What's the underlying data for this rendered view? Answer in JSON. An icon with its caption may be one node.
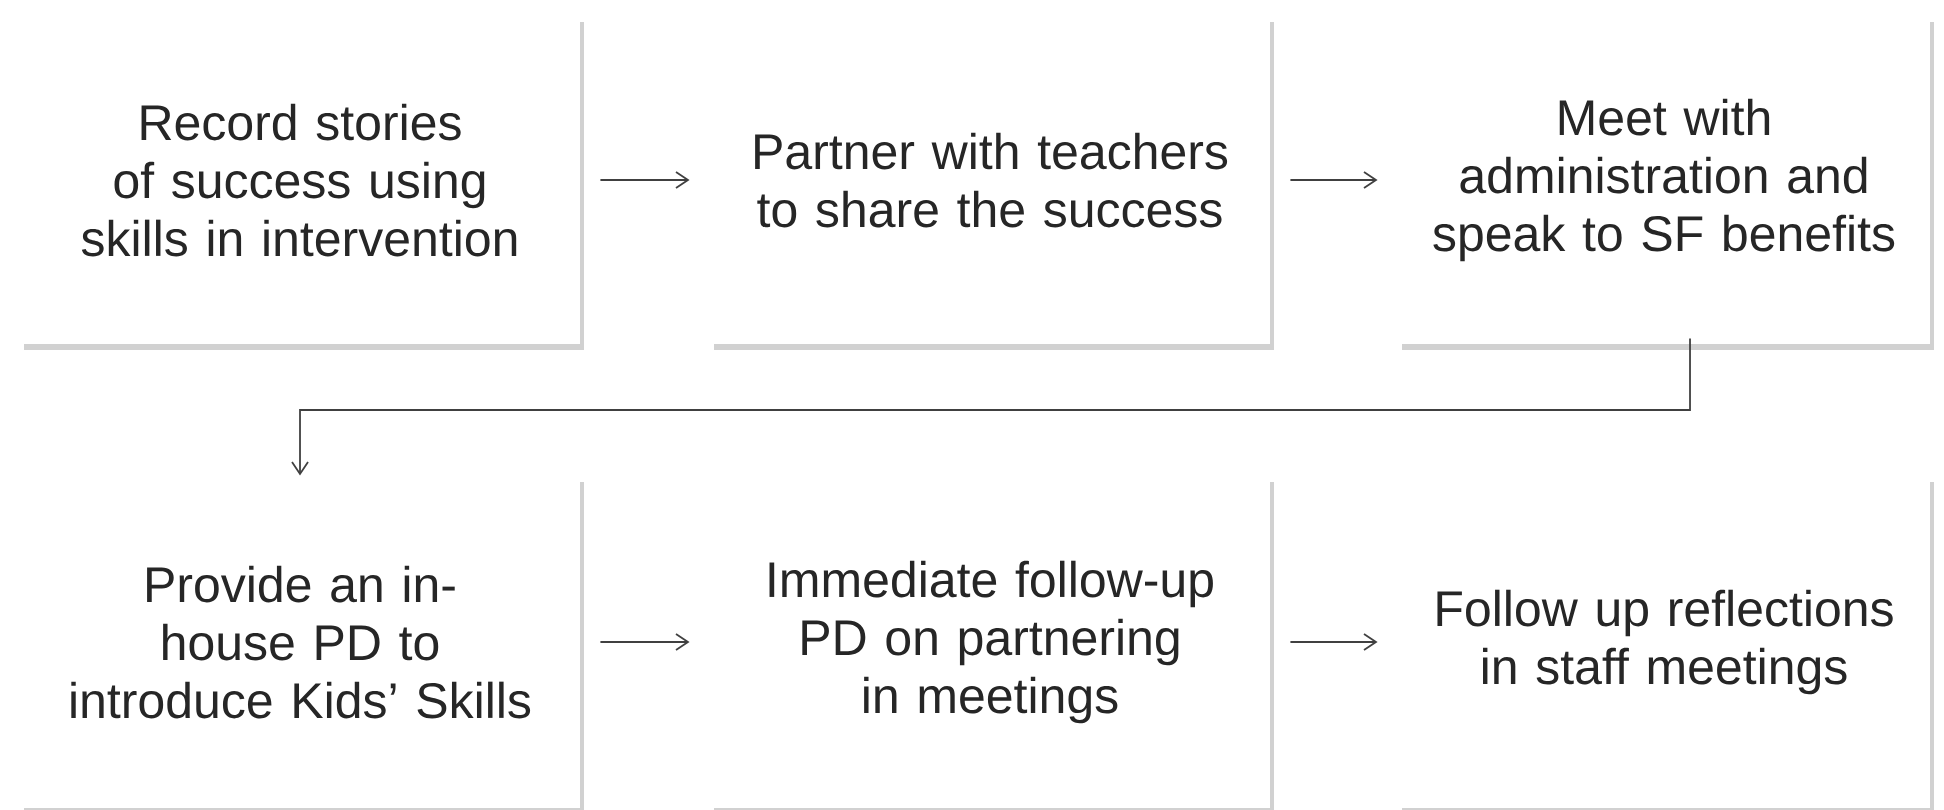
{
  "diagram": {
    "nodes": [
      {
        "text": [
          "Record stories of success using skills in intervention"
        ]
      },
      {
        "text": [
          "Partner with teachers to share the success"
        ]
      },
      {
        "text": [
          "Meet with administration and speak to SF benefits"
        ]
      },
      {
        "text": [
          "Provide an in-house PD to introduce Kids’ Skills"
        ]
      },
      {
        "text": [
          "Immediate follow-up PD on partnering in meetings"
        ]
      },
      {
        "text": [
          "Follow up reflections in staff meetings"
        ]
      }
    ],
    "edges": [
      {
        "from": 0,
        "to": 1,
        "arrow": "to"
      },
      {
        "from": 1,
        "to": 2,
        "arrow": "to"
      },
      {
        "from": 2,
        "to": 3,
        "arrow": "to"
      },
      {
        "from": 3,
        "to": 4,
        "arrow": "to"
      },
      {
        "from": 4,
        "to": 5,
        "arrow": "to"
      }
    ]
  }
}
